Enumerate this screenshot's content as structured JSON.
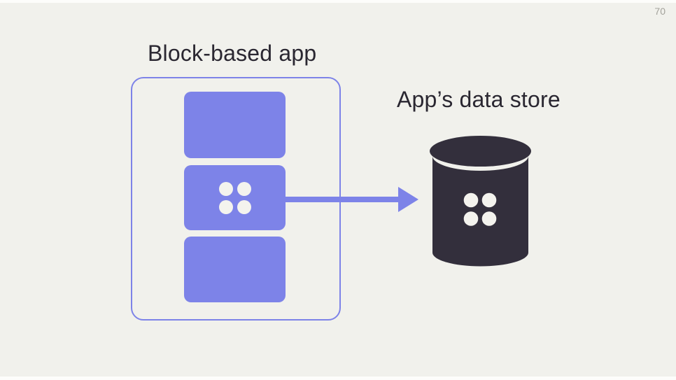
{
  "slide": {
    "page_number": "70",
    "colors": {
      "background": "#f1f1ec",
      "accent": "#7d83e8",
      "dark": "#332f3c",
      "text": "#2a2731",
      "muted": "#a3a29b",
      "dot": "#f4f3ee"
    }
  },
  "diagram": {
    "app": {
      "title": "Block-based app",
      "block_count": 3,
      "highlighted_block_index": 2
    },
    "arrow": {
      "direction": "right"
    },
    "data_store": {
      "label": "App’s data store",
      "icon": "database-cylinder-icon"
    }
  }
}
